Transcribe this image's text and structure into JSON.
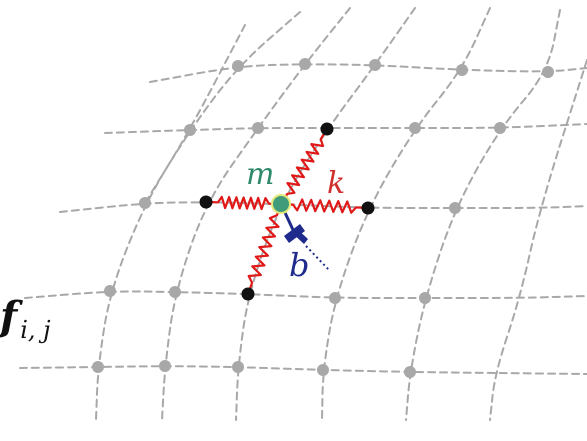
{
  "labels": {
    "mass": "m",
    "spring": "k",
    "damper": "b",
    "force_main": "f",
    "force_sub": "i, j"
  },
  "colors": {
    "grid": "#a8a8a8",
    "spring": "#e01818",
    "mass_fill": "#3f9b7a",
    "mass_ring": "#e3e87a",
    "damper": "#1f2b8c",
    "mass_label": "#2f8a6a",
    "spring_label": "#d0312d",
    "damper_label": "#1f2b8c",
    "anchor": "#111111",
    "text": "#111111"
  }
}
